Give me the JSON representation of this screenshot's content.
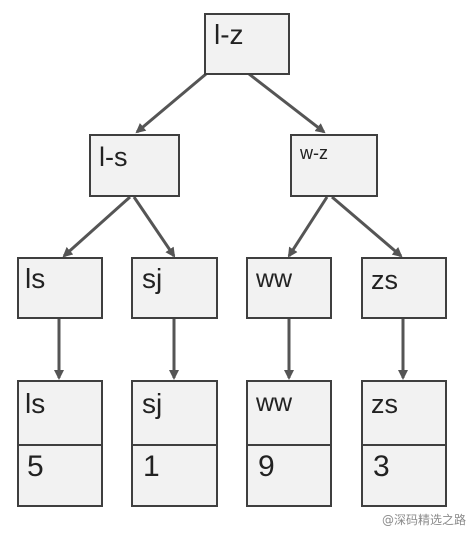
{
  "tree": {
    "root": {
      "label": "l-z"
    },
    "level1": [
      {
        "label": "l-s"
      },
      {
        "label": "w-z"
      }
    ],
    "level2": [
      {
        "label": "ls"
      },
      {
        "label": "sj"
      },
      {
        "label": "ww"
      },
      {
        "label": "zs"
      }
    ],
    "leaves": [
      {
        "key": "ls",
        "value": "5"
      },
      {
        "key": "sj",
        "value": "1"
      },
      {
        "key": "ww",
        "value": "9"
      },
      {
        "key": "zs",
        "value": "3"
      }
    ]
  },
  "watermark": "@深码精选之路",
  "colors": {
    "node_fill": "#f2f2f2",
    "border": "#3f3f3f",
    "arrow": "#555555",
    "text": "#222222"
  }
}
